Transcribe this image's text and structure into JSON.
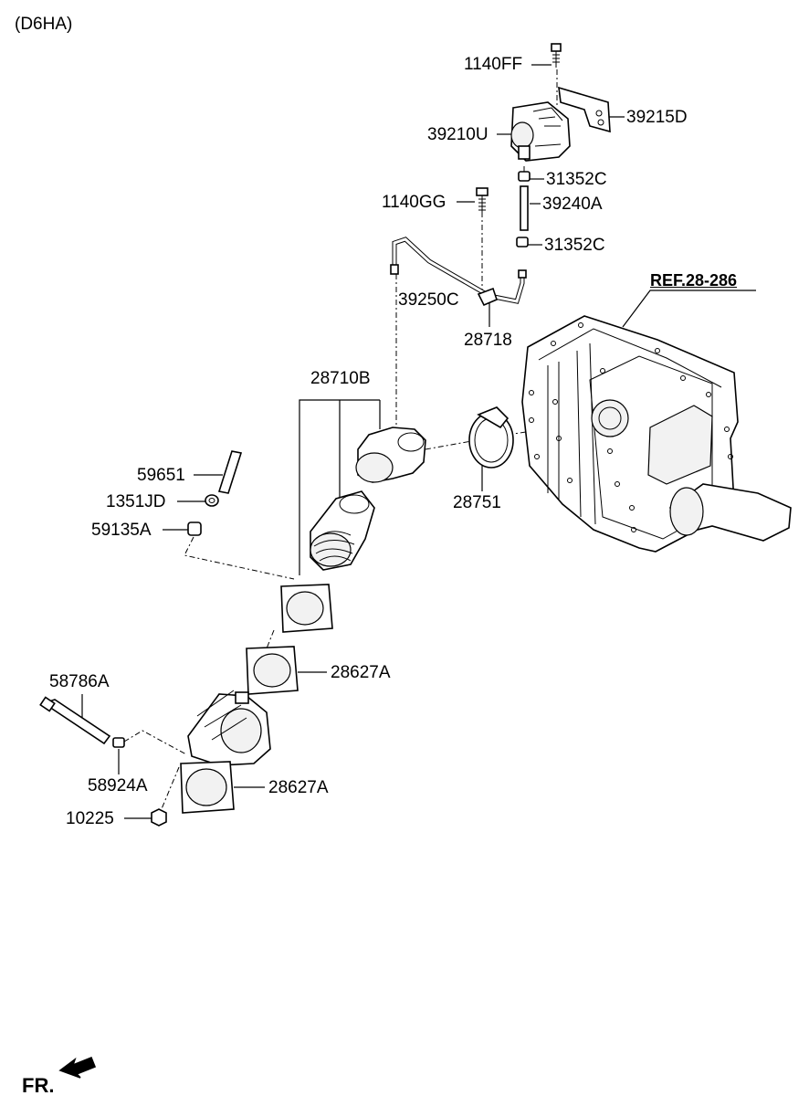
{
  "header": {
    "engine_code": "(D6HA)"
  },
  "labels": {
    "p1140FF": "1140FF",
    "p39215D": "39215D",
    "p39210U": "39210U",
    "p31352C_a": "31352C",
    "p1140GG": "1140GG",
    "p39240A": "39240A",
    "p31352C_b": "31352C",
    "ref": "REF.28-286",
    "p39250C": "39250C",
    "p28718": "28718",
    "p28710B": "28710B",
    "p59651": "59651",
    "p1351JD": "1351JD",
    "p28751": "28751",
    "p59135A": "59135A",
    "p28627A_a": "28627A",
    "p58786A": "58786A",
    "p58924A": "58924A",
    "p28627A_b": "28627A",
    "p10225": "10225"
  },
  "footer": {
    "direction": "FR."
  }
}
